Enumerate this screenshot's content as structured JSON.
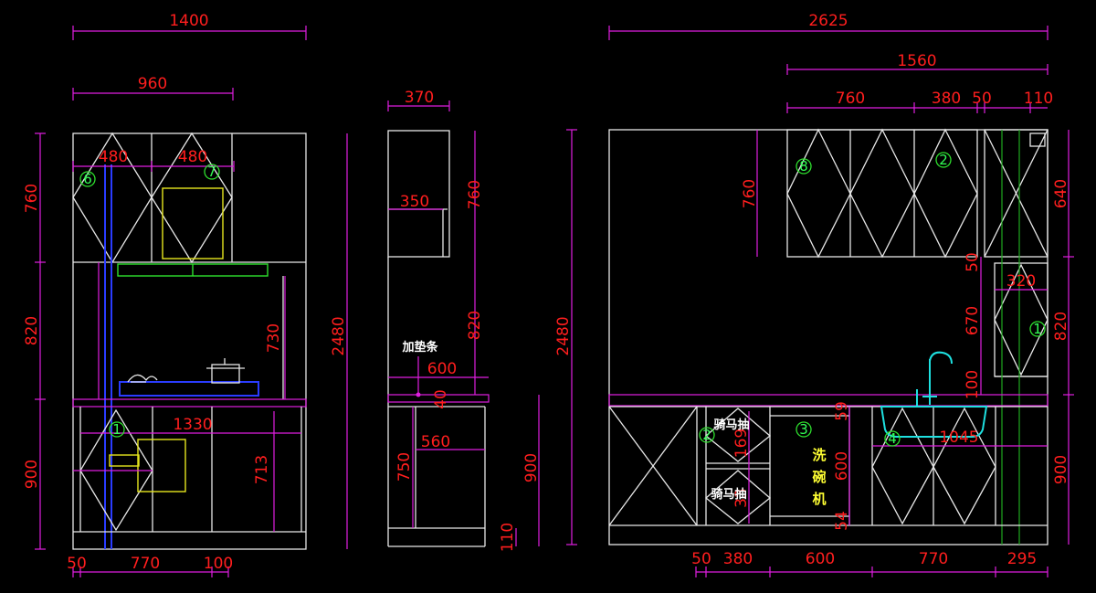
{
  "dims": {
    "left_overall_width": "1400",
    "left_upper_width": "960",
    "left_door_a": "480",
    "left_door_b": "480",
    "left_upper_height": "760",
    "left_mid_height": "820",
    "left_lower_height": "900",
    "left_hood_gap": "730",
    "left_total_height": "2480",
    "left_base_width": "1330",
    "left_base_inner": "713",
    "left_bottom_a": "50",
    "left_bottom_b": "770",
    "left_bottom_c": "100",
    "side_top_depth": "370",
    "side_upper_inner": "350",
    "side_upper_height": "760",
    "side_mid_height": "820",
    "side_counter_depth": "600",
    "side_counter_thk": "40",
    "side_base_depth": "560",
    "side_base_inner": "750",
    "side_lower_height": "900",
    "side_plinth": "110",
    "right_overall_width": "2625",
    "right_upper_span": "1560",
    "right_upper_a": "760",
    "right_upper_b": "380",
    "right_gap": "50",
    "right_tall": "110",
    "right_upper_height": "760",
    "right_tall_top": "640",
    "right_tall_gap": "50",
    "right_tall_width": "320",
    "right_tall_mid": "820",
    "right_wall_height": "670",
    "right_wall_low": "100",
    "right_total_height": "2480",
    "right_lower_height": "900",
    "right_dw_top": "59",
    "right_dw_mid": "600",
    "right_dw_bot": "54",
    "right_drawer_a": "169",
    "right_drawer_b": "33",
    "right_sink_width": "1045",
    "right_bottom_a": "50",
    "right_bottom_b": "380",
    "right_bottom_c": "600",
    "right_bottom_d": "770",
    "right_bottom_e": "295"
  },
  "labels": {
    "shim_strip": "加垫条",
    "drawer_track_1": "骑马抽",
    "drawer_track_2": "骑马抽",
    "dishwasher_1": "洗",
    "dishwasher_2": "碗",
    "dishwasher_3": "机"
  },
  "markers": [
    "1",
    "3",
    "4",
    "5",
    "6",
    "7",
    "8",
    "2",
    "1"
  ]
}
